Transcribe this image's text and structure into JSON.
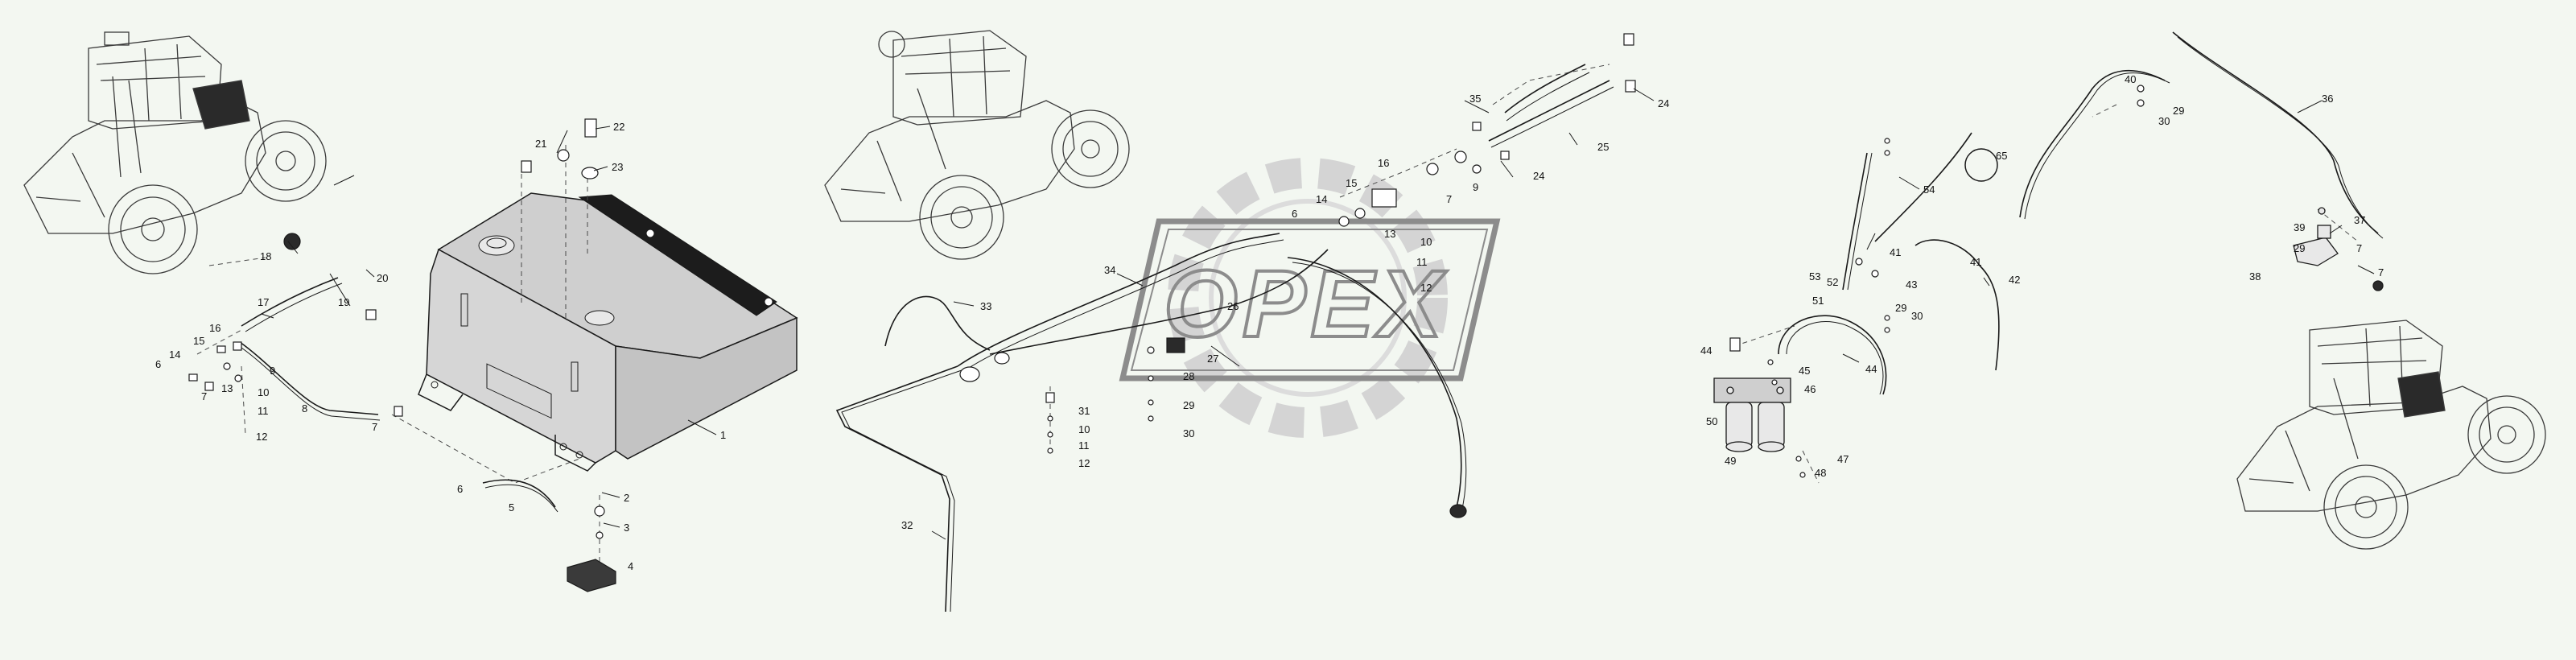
{
  "watermark": {
    "text": "OPEX"
  },
  "colors": {
    "background": "#f3f7f1",
    "line": "#1a1a1a",
    "tank_fill": "#d9d9d9",
    "tank_top": "#c4c4c4",
    "tank_dark": "#1c1c1c",
    "watermark": "#9a9a9a",
    "gear": "#d6d6d6"
  },
  "callouts": {
    "c1": "1",
    "c2": "2",
    "c3": "3",
    "c4": "4",
    "c5": "5",
    "c6": "6",
    "c7": "7",
    "c8": "8",
    "c9": "9",
    "c10": "10",
    "c11": "11",
    "c12": "12",
    "c13": "13",
    "c14": "14",
    "c15": "15",
    "c16": "16",
    "c17": "17",
    "c18": "18",
    "c19": "19",
    "c20": "20",
    "c21": "21",
    "c22": "22",
    "c23": "23",
    "c24": "24",
    "c25": "25",
    "c26": "26",
    "c27": "27",
    "c28": "28",
    "c29": "29",
    "c30": "30",
    "c31": "31",
    "c32": "32",
    "c33": "33",
    "c34": "34",
    "c35": "35",
    "c36": "36",
    "c37": "37",
    "c38": "38",
    "c39": "39",
    "c40": "40",
    "c41": "41",
    "c42": "42",
    "c43": "43",
    "c44": "44",
    "c45": "45",
    "c46": "46",
    "c47": "47",
    "c48": "48",
    "c49": "49",
    "c50": "50",
    "c51": "51",
    "c52": "52",
    "c53": "53",
    "c54": "54",
    "c65": "65"
  }
}
